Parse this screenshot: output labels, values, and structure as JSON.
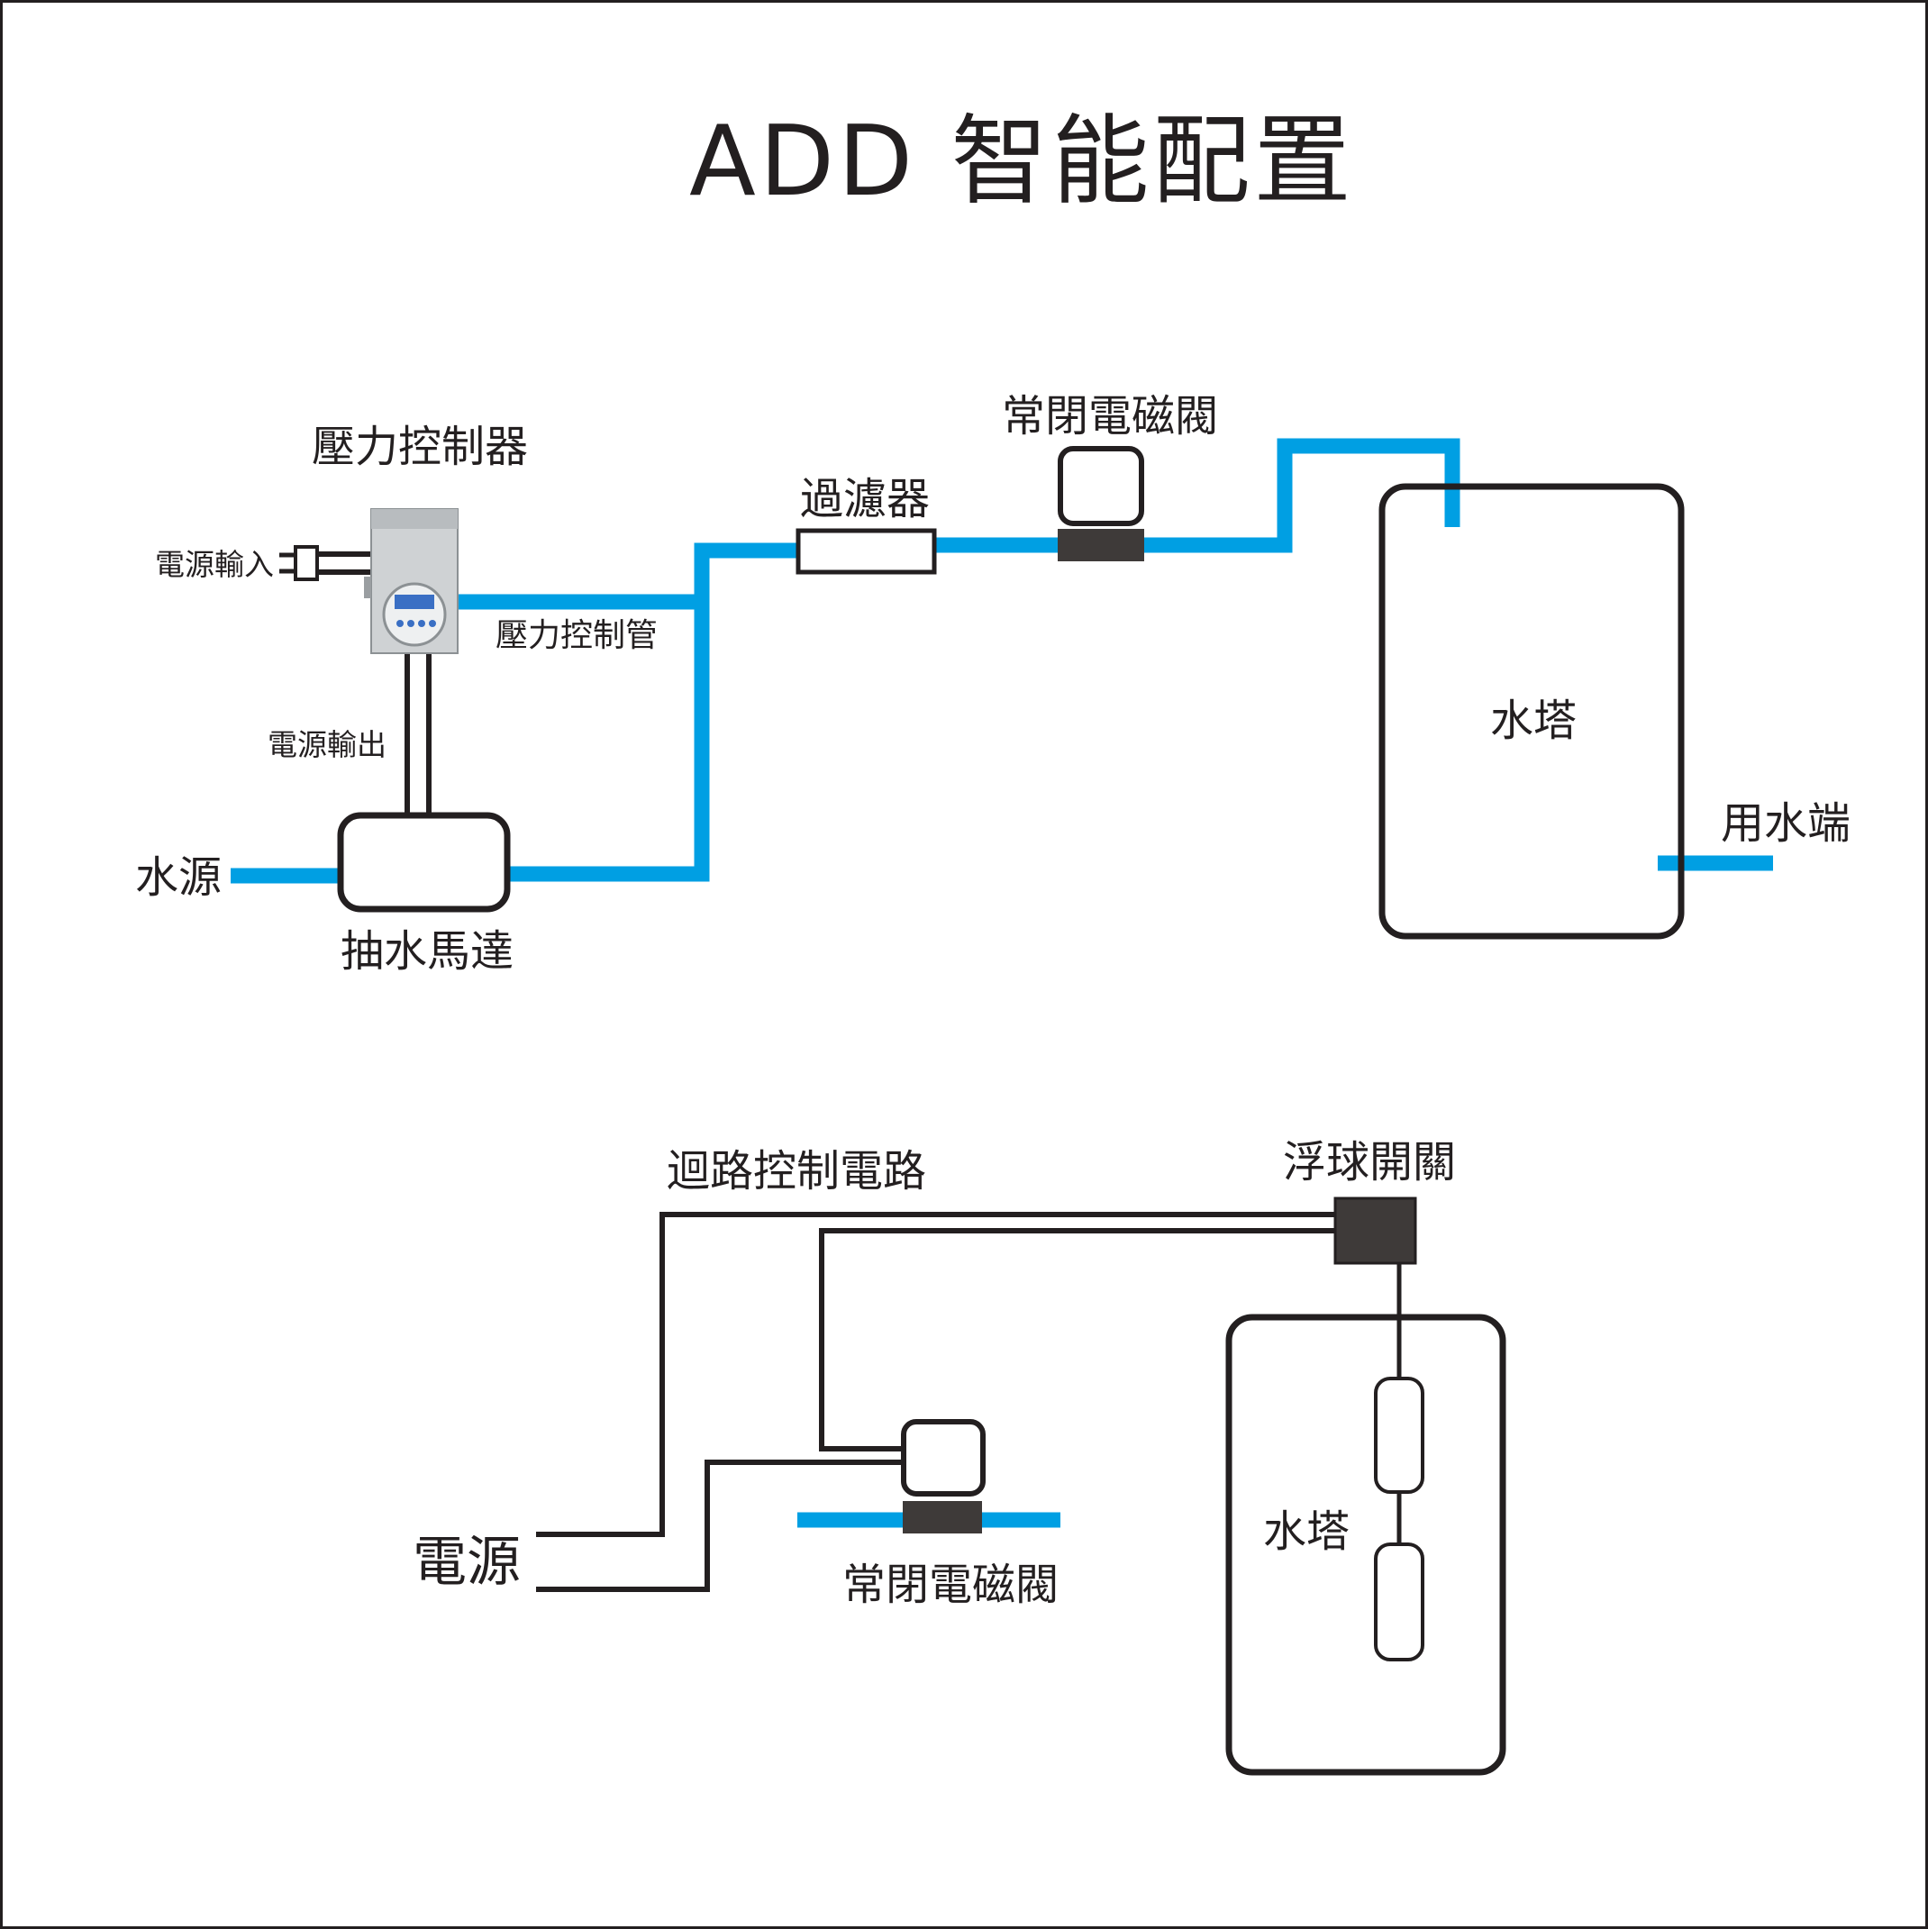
{
  "title": "ADD 智能配置",
  "colors": {
    "pipe": "#009fe3",
    "wire": "#231f20",
    "valve_body": "#3e3a39",
    "controller_body": "#cfd2d4",
    "controller_display": "#3a6fc4",
    "border": "#231f20",
    "background": "#ffffff"
  },
  "top": {
    "pressure_controller": "壓力控制器",
    "power_input": "電源輸入",
    "power_output": "電源輸出",
    "pressure_control_pipe": "壓力控制管",
    "water_source": "水源",
    "pump_motor": "抽水馬達",
    "filter": "過濾器",
    "solenoid_valve": "常閉電磁閥",
    "water_tower": "水塔",
    "water_outlet": "用水端"
  },
  "bottom": {
    "loop_control_circuit": "迴路控制電路",
    "float_switch": "浮球開關",
    "power": "電源",
    "solenoid_valve": "常閉電磁閥",
    "water_tower": "水塔"
  }
}
